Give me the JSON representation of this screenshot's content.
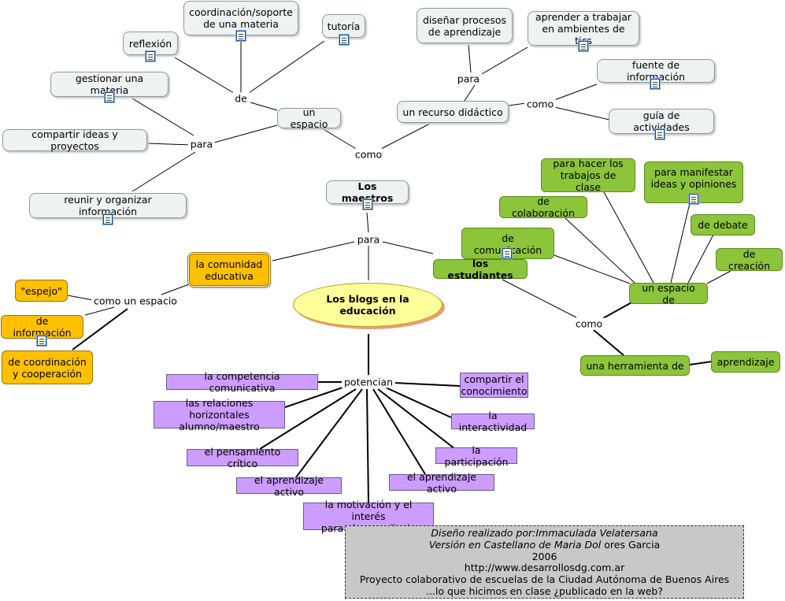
{
  "nodes": {
    "center": "Los blogs en la educación",
    "maestros": "Los maestros",
    "estudiantes": "los estudiantes",
    "un_espacio": "un espacio",
    "recurso": "un recurso didáctico",
    "reflexion": "reflexión",
    "coordinacion": "coordinación/soporte\nde una materia",
    "tutoria": "tutoría",
    "gestionar": "gestionar una materia",
    "compartir_ideas": "compartir ideas y proyectos",
    "reunir": "reunir y organizar información",
    "disenar": "diseñar procesos\nde aprendizaje",
    "aprender_tics": "aprender a trabajar\nen ambientes de tics",
    "fuente": "fuente de información",
    "guia": "guía de actividades",
    "comunidad": "la comunidad\neducativa",
    "espejo": "\"espejo\"",
    "de_informacion": "de información",
    "coordinacion_coop": "de coordinación\ny cooperación",
    "hacer_trabajos": "para hacer los\ntrabajos de clase",
    "manifestar": "para manifestar\nideas y opiniones",
    "colaboracion": "de colaboración",
    "debate": "de debate",
    "comunicacion": "de comunicación",
    "creacion": "de creación",
    "espacio_de": "un espacio de",
    "herramienta": "una  herramienta de",
    "aprendizaje": "aprendizaje",
    "competencia": "la  competencia comunicativa",
    "relaciones": "las relaciones horizontales\nalumno/maestro",
    "pensamiento": "el pensamiento crítico",
    "aprendizaje_activo_1": "el aprendizaje activo",
    "motivacion": "la motivación y el interés\npara el aprendizaje",
    "aprendizaje_activo_2": "el aprendizaje activo",
    "participacion": "la participación",
    "interactividad": "la interactividad",
    "compartir_conocimiento": "compartir el\nconocimiento"
  },
  "links": {
    "de": "de",
    "para_left": "para",
    "como_top": "como",
    "para_top_right": "para",
    "como_right": "como",
    "para_center": "para",
    "como_un_espacio": "como un espacio",
    "como_students": "como",
    "potencian": "potencian"
  },
  "credits": {
    "line1": "Diseño realizado por:Immaculada Velatersana",
    "line2_italic": "Versión en Castellano de Maria Dol",
    "line2_rest": " ores Garcia",
    "line3": "2006",
    "line4": "http://www.desarrollosdg.com.ar",
    "line5": "Proyecto colaborativo de escuelas de la Ciudad Autónoma de Buenos Aires",
    "line6": "...lo que hicimos en clase ¿publicado en la web?"
  },
  "colors": {
    "gray_node": "#eef2f2",
    "green_node": "#8cc43a",
    "orange_node": "#ffc000",
    "purple_node": "#cc9cff",
    "center_node": "#ffff99",
    "credits_bg": "#c8c8c8"
  },
  "icons": [
    "note-icon"
  ]
}
